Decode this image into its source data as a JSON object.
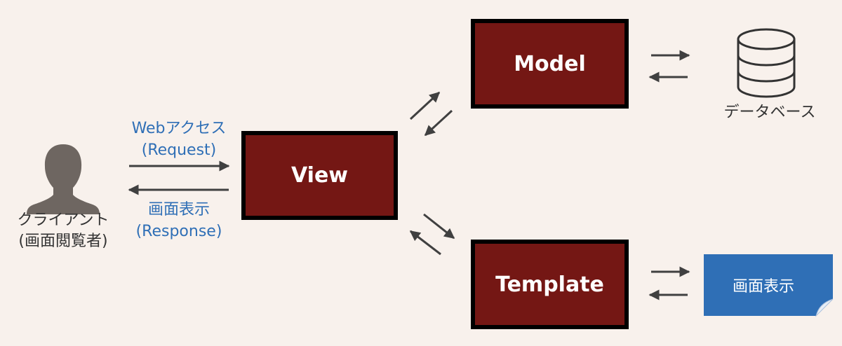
{
  "client": {
    "label_line1": "クライアント",
    "label_line2": "(画面閲覧者)"
  },
  "request": {
    "label_line1": "Webアクセス",
    "label_line2": "(Request)"
  },
  "response": {
    "label_line1": "画面表示",
    "label_line2": "(Response)"
  },
  "boxes": {
    "view": "View",
    "model": "Model",
    "template": "Template"
  },
  "database": {
    "label": "データベース"
  },
  "output_card": {
    "label": "画面表示"
  },
  "colors": {
    "background": "#f8f1ec",
    "box_fill": "#741714",
    "box_border": "#000000",
    "label_blue": "#2f6fb6",
    "card_blue": "#2f6fb6",
    "person_gray": "#6e6661",
    "arrow": "#404040"
  },
  "icons": {
    "client": "person-icon",
    "database": "database-icon",
    "output": "document-icon"
  }
}
